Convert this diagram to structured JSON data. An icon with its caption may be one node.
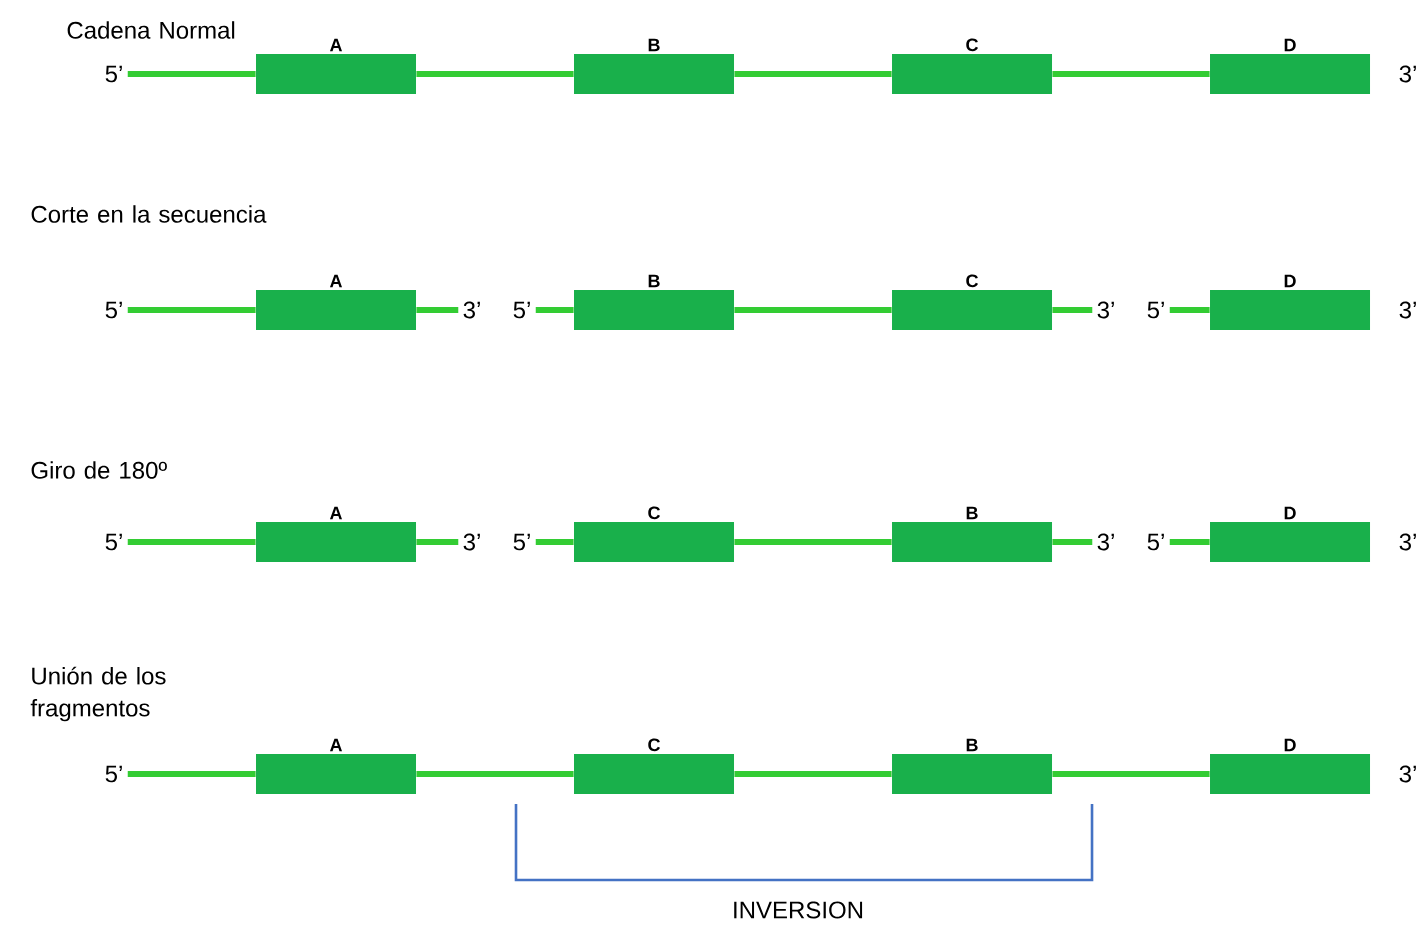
{
  "diagram": {
    "nodes": [
      {
        "text": [
          "5’"
        ]
      },
      {
        "text": [
          "A"
        ]
      },
      {
        "text": [
          "B"
        ]
      },
      {
        "text": [
          "C"
        ]
      },
      {
        "text": [
          "D"
        ]
      },
      {
        "text": [
          "3’"
        ]
      },
      {
        "text": [
          "5’"
        ]
      },
      {
        "text": [
          "A"
        ]
      },
      {
        "text": [
          "3’"
        ]
      },
      {
        "text": [
          "5’"
        ]
      },
      {
        "text": [
          "B"
        ]
      },
      {
        "text": [
          "C"
        ]
      },
      {
        "text": [
          "3’"
        ]
      },
      {
        "text": [
          "5’"
        ]
      },
      {
        "text": [
          "D"
        ]
      },
      {
        "text": [
          "3’"
        ]
      },
      {
        "text": [
          "5’"
        ]
      },
      {
        "text": [
          "A"
        ]
      },
      {
        "text": [
          "3’"
        ]
      },
      {
        "text": [
          "5’"
        ]
      },
      {
        "text": [
          "C"
        ]
      },
      {
        "text": [
          "B"
        ]
      },
      {
        "text": [
          "3’"
        ]
      },
      {
        "text": [
          "5’"
        ]
      },
      {
        "text": [
          "D"
        ]
      },
      {
        "text": [
          "3’"
        ]
      },
      {
        "text": [
          "5’"
        ]
      },
      {
        "text": [
          "A"
        ]
      },
      {
        "text": [
          "C"
        ]
      },
      {
        "text": [
          "B"
        ]
      },
      {
        "text": [
          "D"
        ]
      },
      {
        "text": [
          "3’"
        ]
      }
    ],
    "edges": [
      {
        "from": 0,
        "to": 1,
        "arrow": "none"
      },
      {
        "from": 1,
        "to": 2,
        "arrow": "none"
      },
      {
        "from": 2,
        "to": 3,
        "arrow": "none"
      },
      {
        "from": 3,
        "to": 4,
        "arrow": "none"
      },
      {
        "from": 6,
        "to": 7,
        "arrow": "none"
      },
      {
        "from": 7,
        "to": 8,
        "arrow": "none"
      },
      {
        "from": 9,
        "to": 10,
        "arrow": "none"
      },
      {
        "from": 10,
        "to": 11,
        "arrow": "none"
      },
      {
        "from": 11,
        "to": 12,
        "arrow": "none"
      },
      {
        "from": 13,
        "to": 14,
        "arrow": "none"
      },
      {
        "from": 16,
        "to": 17,
        "arrow": "none"
      },
      {
        "from": 17,
        "to": 18,
        "arrow": "none"
      },
      {
        "from": 19,
        "to": 20,
        "arrow": "none"
      },
      {
        "from": 20,
        "to": 21,
        "arrow": "none"
      },
      {
        "from": 21,
        "to": 22,
        "arrow": "none"
      },
      {
        "from": 23,
        "to": 24,
        "arrow": "none"
      },
      {
        "from": 26,
        "to": 27,
        "arrow": "none"
      },
      {
        "from": 27,
        "to": 28,
        "arrow": "none"
      },
      {
        "from": 28,
        "to": 29,
        "arrow": "none"
      },
      {
        "from": 29,
        "to": 30,
        "arrow": "none"
      }
    ],
    "labels": [
      "Cadena Normal",
      "Corte en la secuencia",
      "Giro de 180º",
      "Unión de los fragmentos",
      "INVERSION"
    ]
  }
}
